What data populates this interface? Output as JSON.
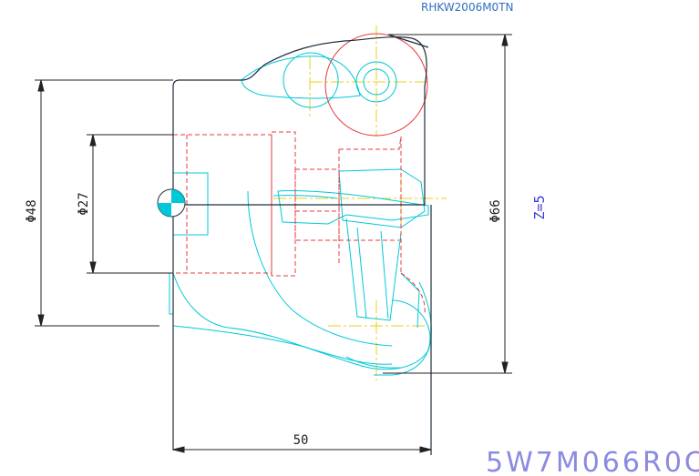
{
  "header": {
    "part_code": "RHKW2006M0TN"
  },
  "footer": {
    "drawing_id": "5W7M066R0C"
  },
  "dimensions": {
    "phi48": "Φ48",
    "phi27": "Φ27",
    "phi66": "Φ66",
    "length50": "50"
  },
  "teeth": {
    "label": "Z=5"
  },
  "colors": {
    "outline": "#1f2d3a",
    "cutter": "#00c8d8",
    "hidden": "#e8383c",
    "centerline": "#e8d21a",
    "dimension": "#222222",
    "annotation": "#3b3bd9",
    "footer_text": "#8a8ae0",
    "header_text": "#2f6fc0"
  }
}
